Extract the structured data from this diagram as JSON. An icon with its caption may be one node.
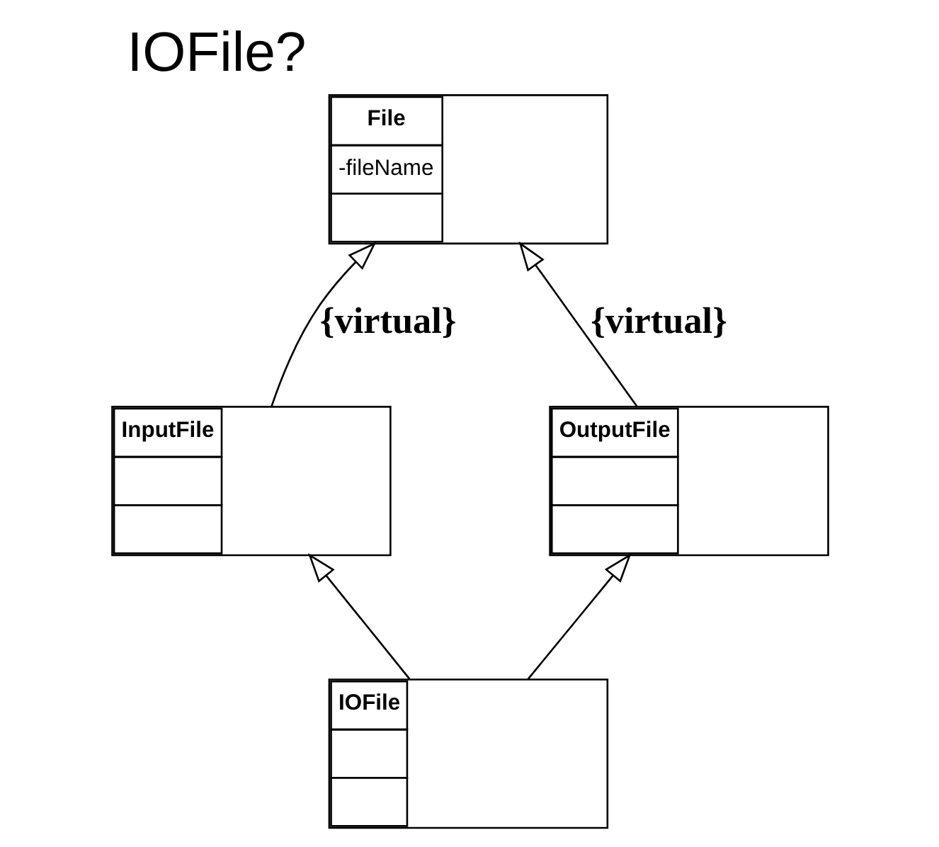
{
  "diagram": {
    "title": "IOFile?",
    "nodes": [
      {
        "text": [
          "File",
          "-fileName"
        ]
      },
      {
        "text": [
          "InputFile"
        ]
      },
      {
        "text": [
          "OutputFile"
        ]
      },
      {
        "text": [
          "IOFile"
        ]
      }
    ],
    "edges": [
      {
        "from": 1,
        "to": 0,
        "arrow": "to",
        "label": "{virtual}"
      },
      {
        "from": 2,
        "to": 0,
        "arrow": "to",
        "label": "{virtual}"
      },
      {
        "from": 3,
        "to": 1,
        "arrow": "to"
      },
      {
        "from": 3,
        "to": 2,
        "arrow": "to"
      }
    ]
  }
}
